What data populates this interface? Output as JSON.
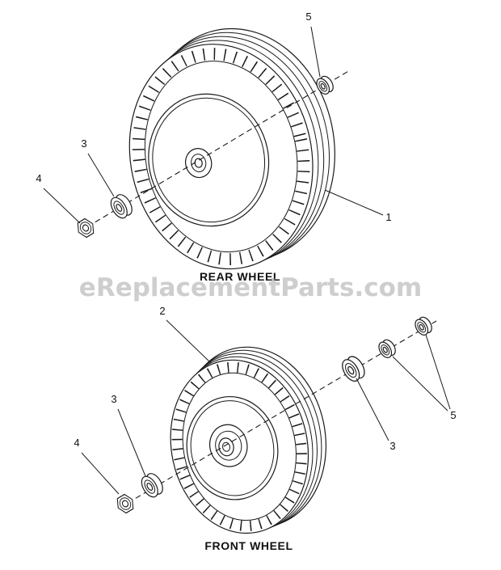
{
  "colors": {
    "line": "#1a1a1a"
  },
  "watermark": {
    "text": "eReplacementParts.com",
    "color": "#9e9e9e"
  },
  "rear_section": {
    "title": "REAR WHEEL",
    "callouts": {
      "wheel": "1",
      "washer": "3",
      "nut": "4",
      "spacer": "5"
    }
  },
  "front_section": {
    "title": "FRONT WHEEL",
    "callouts": {
      "wheel": "2",
      "washer_left": "3",
      "washer_right": "3",
      "nut": "4",
      "spacer": "5"
    }
  }
}
